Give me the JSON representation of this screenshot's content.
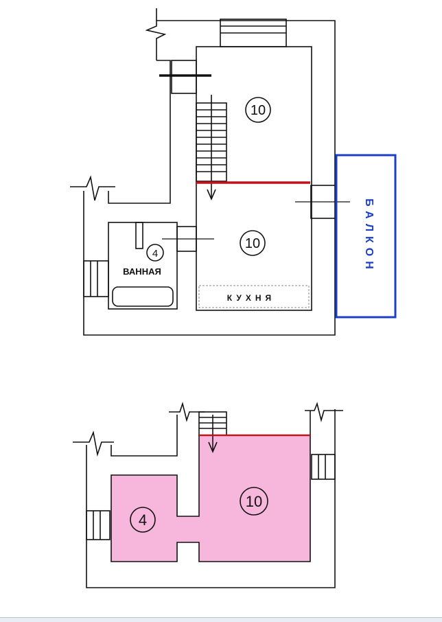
{
  "plan_before": {
    "room_large_upper_number": "10",
    "room_large_lower_number": "10",
    "bathroom_number": "4",
    "bathroom_label": "ВАННАЯ",
    "kitchen_label": "КУХНЯ",
    "balcony_label": "БАЛКОН"
  },
  "plan_after": {
    "room_large_number": "10",
    "room_small_number": "4"
  },
  "colors": {
    "wall": "#111111",
    "balcony_border": "#1d3fc4",
    "balcony_text": "#1d3fc4",
    "demolition_line": "#c0141a",
    "room_fill": "#f7b6dc",
    "background": "#ffffff"
  }
}
